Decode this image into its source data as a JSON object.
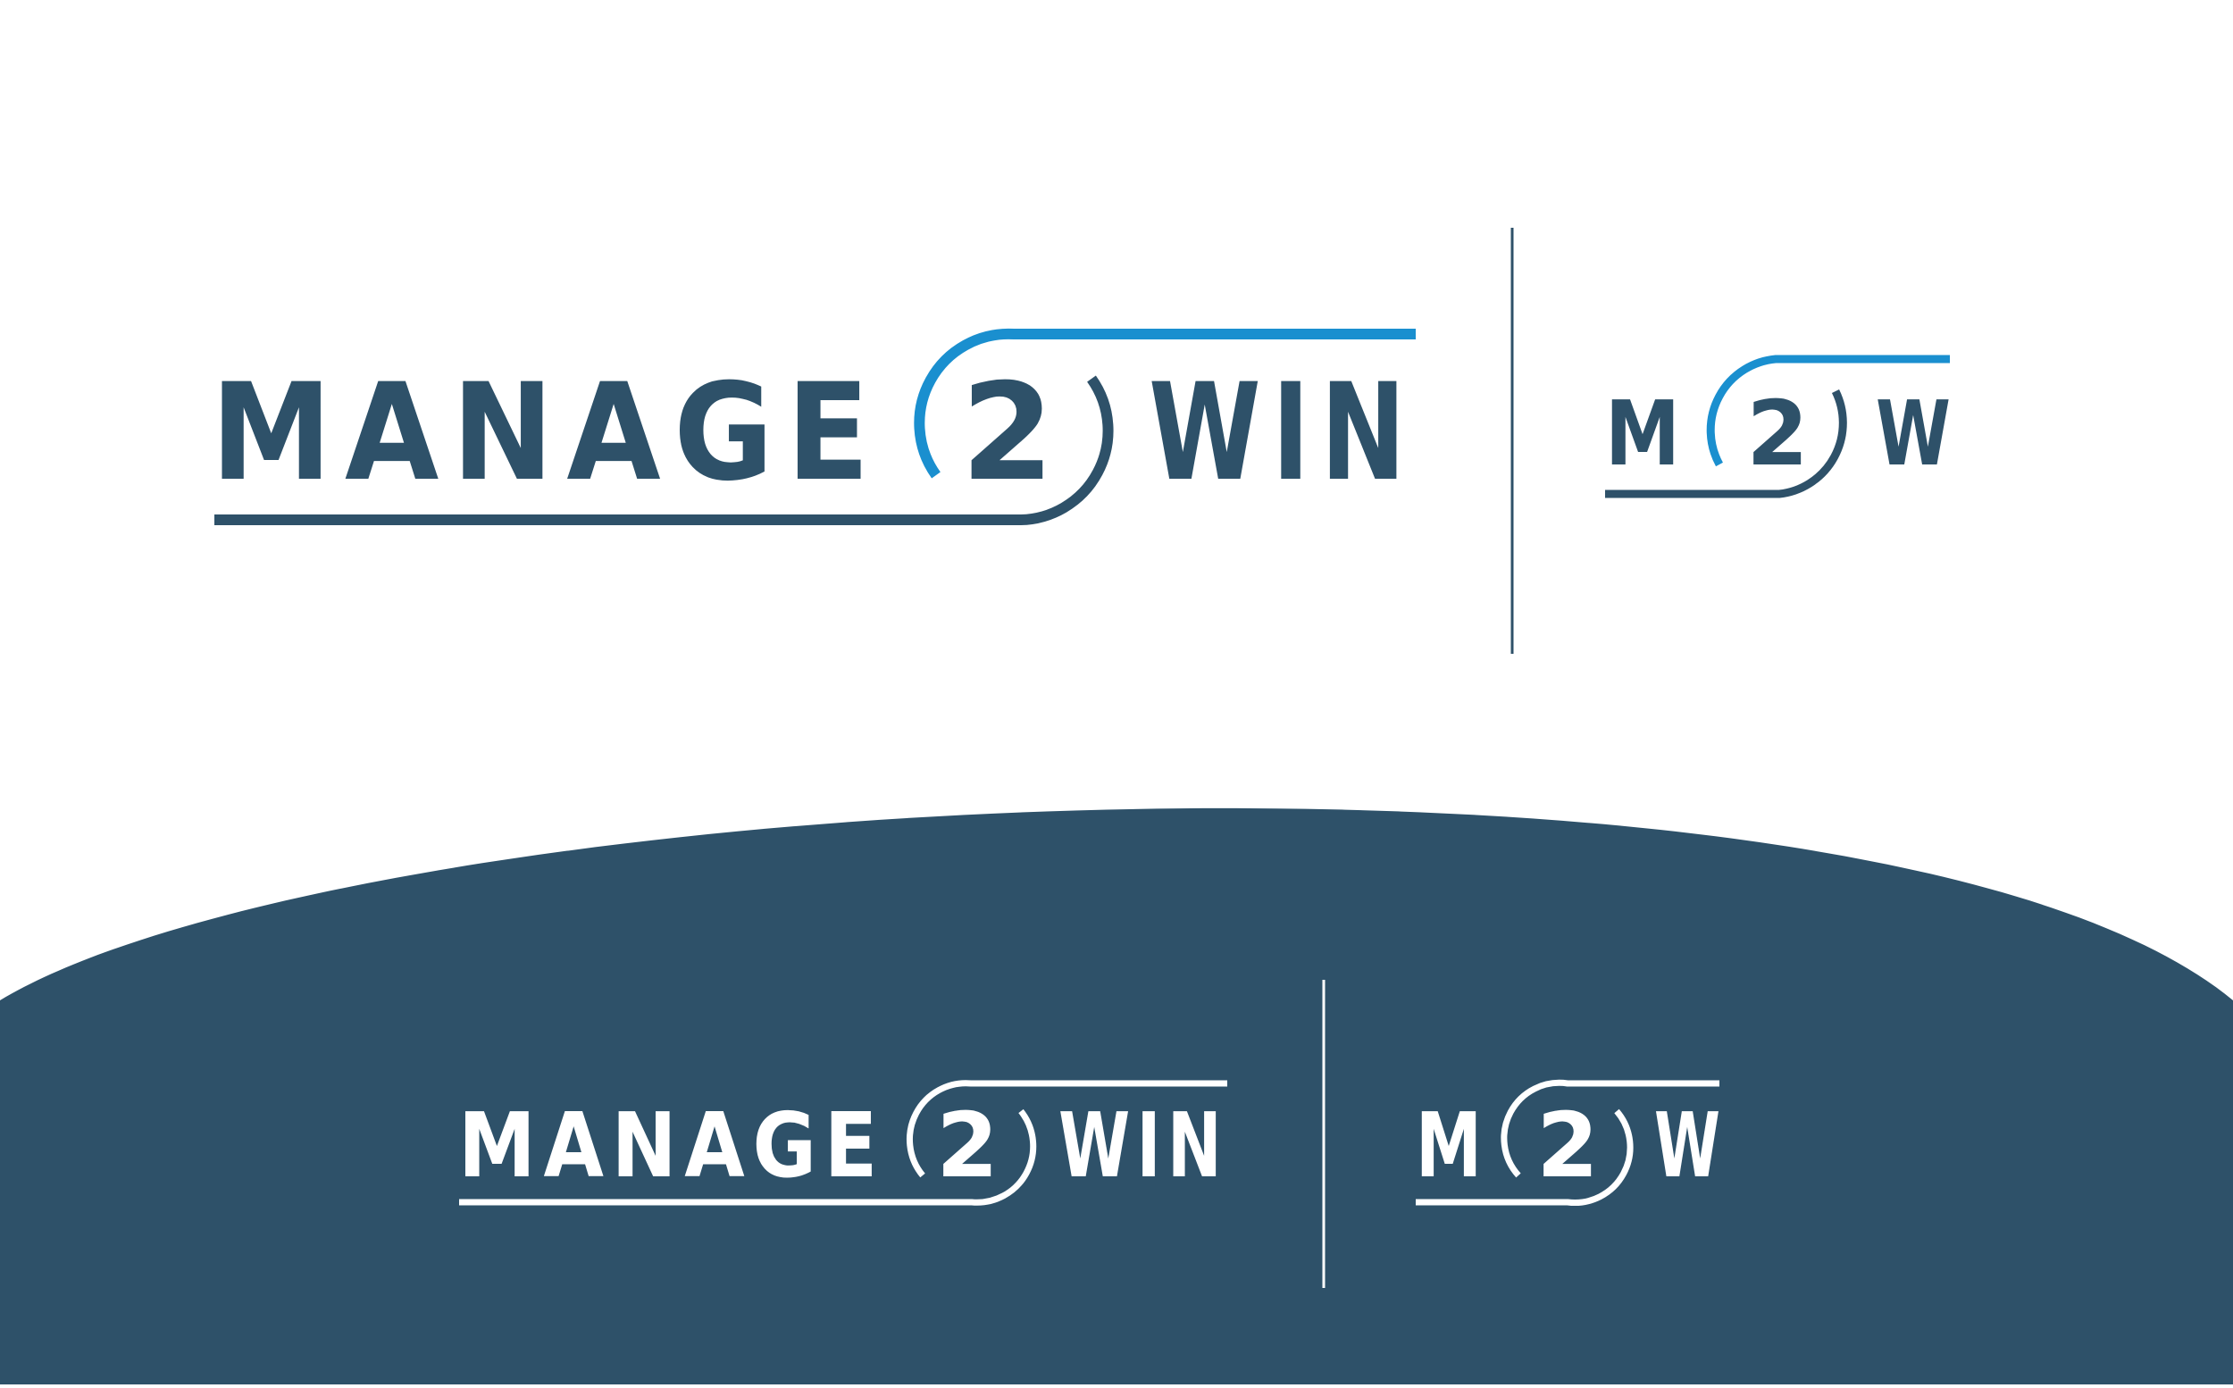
{
  "colors": {
    "navy": "#2e5169",
    "blue": "#1a8fcf",
    "white": "#ffffff",
    "background": "#ffffff"
  },
  "logo": {
    "word1": "MANAGE",
    "digit": "2",
    "word2": "WIN",
    "mark_left": "M",
    "mark_digit": "2",
    "mark_right": "W"
  }
}
